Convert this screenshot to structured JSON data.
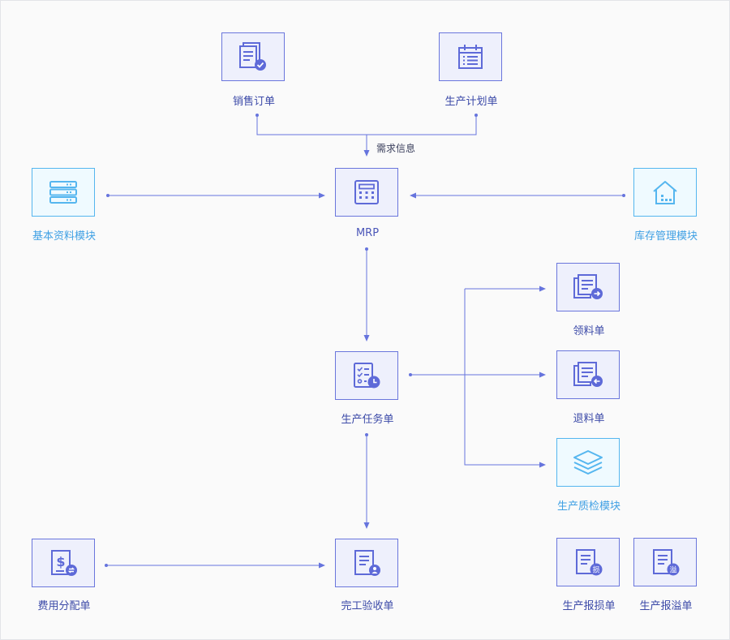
{
  "colors": {
    "node_border": "#6a76dc",
    "node_fill": "#eef0fc",
    "node_alt_border": "#55b6ef",
    "node_alt_fill": "#effaff",
    "connector": "#6674dd",
    "label": "#3c4aa8",
    "label_alt": "#3fa0e4"
  },
  "nodes": {
    "sales_order": {
      "label": "销售订单",
      "icon": "document-check-icon"
    },
    "production_plan": {
      "label": "生产计划单",
      "icon": "calendar-list-icon"
    },
    "basic_data": {
      "label": "基本资料模块",
      "icon": "server-stack-icon"
    },
    "mrp": {
      "label": "MRP",
      "icon": "calculator-icon"
    },
    "inventory": {
      "label": "库存管理模块",
      "icon": "warehouse-house-icon"
    },
    "material_requisition": {
      "label": "领料单",
      "icon": "document-forward-icon"
    },
    "production_task": {
      "label": "生产任务单",
      "icon": "checklist-clock-icon"
    },
    "material_return": {
      "label": "退料单",
      "icon": "document-back-icon"
    },
    "quality_inspection": {
      "label": "生产质检模块",
      "icon": "layers-icon"
    },
    "cost_allocation": {
      "label": "费用分配单",
      "icon": "dollar-document-icon"
    },
    "completion_acceptance": {
      "label": "完工验收单",
      "icon": "document-person-icon"
    },
    "production_loss": {
      "label": "生产报损单",
      "icon": "document-loss-icon",
      "badge": "损"
    },
    "production_overflow": {
      "label": "生产报溢单",
      "icon": "document-overflow-icon",
      "badge": "溢"
    }
  },
  "edges": {
    "demand_info": "需求信息"
  }
}
